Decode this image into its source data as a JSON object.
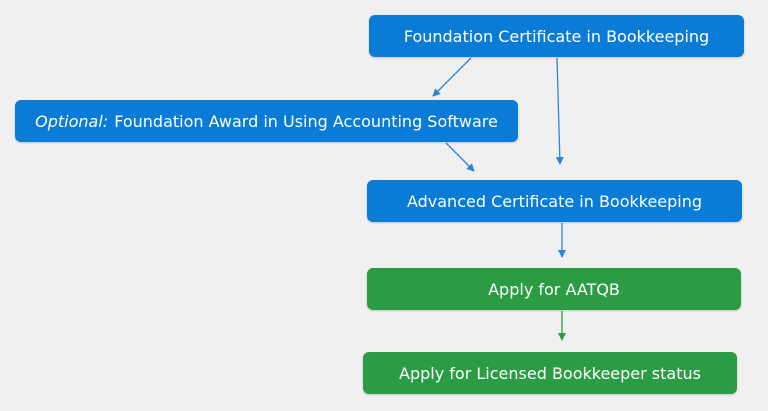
{
  "nodes": {
    "foundation_certificate": {
      "label": "Foundation Certificate in Bookkeeping"
    },
    "foundation_award": {
      "prefix": "Optional:",
      "label": "Foundation Award in Using Accounting Software"
    },
    "advanced_certificate": {
      "label": "Advanced Certificate in Bookkeeping"
    },
    "apply_aatqb": {
      "label": "Apply for AATQB"
    },
    "apply_licensed": {
      "label": "Apply for Licensed Bookkeeper status"
    }
  },
  "colors": {
    "background": "#f1f0f0",
    "blue_node": "#0a7bd6",
    "green_node": "#2c9c44",
    "blue_arrow": "#2a86d8",
    "green_arrow": "#2c9c44"
  },
  "edges": [
    {
      "from": "foundation_certificate",
      "to": "foundation_award"
    },
    {
      "from": "foundation_certificate",
      "to": "advanced_certificate"
    },
    {
      "from": "foundation_award",
      "to": "advanced_certificate"
    },
    {
      "from": "advanced_certificate",
      "to": "apply_aatqb"
    },
    {
      "from": "apply_aatqb",
      "to": "apply_licensed"
    }
  ]
}
